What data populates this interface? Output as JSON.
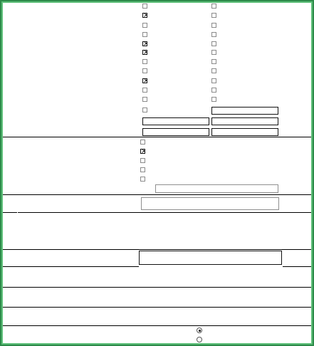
{
  "form": {
    "section_a": {
      "left_checkboxes": [
        {
          "name": "a-left-1",
          "checked": false
        },
        {
          "name": "a-left-2",
          "checked": true
        },
        {
          "name": "a-left-3",
          "checked": false
        },
        {
          "name": "a-left-4",
          "checked": false
        },
        {
          "name": "a-left-5",
          "checked": true
        },
        {
          "name": "a-left-6",
          "checked": true
        },
        {
          "name": "a-left-7",
          "checked": false
        },
        {
          "name": "a-left-8",
          "checked": false
        },
        {
          "name": "a-left-9",
          "checked": true
        },
        {
          "name": "a-left-10",
          "checked": false
        },
        {
          "name": "a-left-11",
          "checked": false
        },
        {
          "name": "a-left-12",
          "checked": false
        }
      ],
      "right_checkboxes": [
        {
          "name": "a-right-1",
          "checked": false
        },
        {
          "name": "a-right-2",
          "checked": false
        },
        {
          "name": "a-right-3",
          "checked": false
        },
        {
          "name": "a-right-4",
          "checked": false
        },
        {
          "name": "a-right-5",
          "checked": false
        },
        {
          "name": "a-right-6",
          "checked": false
        },
        {
          "name": "a-right-7",
          "checked": false
        },
        {
          "name": "a-right-8",
          "checked": false
        },
        {
          "name": "a-right-9",
          "checked": false
        },
        {
          "name": "a-right-10",
          "checked": false
        },
        {
          "name": "a-right-11",
          "checked": false
        }
      ]
    },
    "section_b": {
      "checkboxes": [
        {
          "name": "b-1",
          "checked": false
        },
        {
          "name": "b-2",
          "checked": true
        },
        {
          "name": "b-3",
          "checked": false
        },
        {
          "name": "b-4",
          "checked": false
        },
        {
          "name": "b-5",
          "checked": false
        }
      ]
    },
    "text_fields": [
      {
        "name": "a-right-text-1",
        "value": ""
      },
      {
        "name": "a-left-text-1",
        "value": ""
      },
      {
        "name": "a-right-text-2",
        "value": ""
      },
      {
        "name": "a-left-text-2",
        "value": ""
      },
      {
        "name": "a-right-text-3",
        "value": ""
      },
      {
        "name": "b-text-field",
        "value": ""
      },
      {
        "name": "c-text-field",
        "value": ""
      },
      {
        "name": "e-text-field",
        "value": ""
      }
    ],
    "radio_group": [
      {
        "name": "radio-option-1",
        "selected": true
      },
      {
        "name": "radio-option-2",
        "selected": false
      }
    ],
    "colors": {
      "frame_outer": "#2e8b4a",
      "frame_inner": "#5fc07a",
      "rule": "#000000"
    }
  }
}
